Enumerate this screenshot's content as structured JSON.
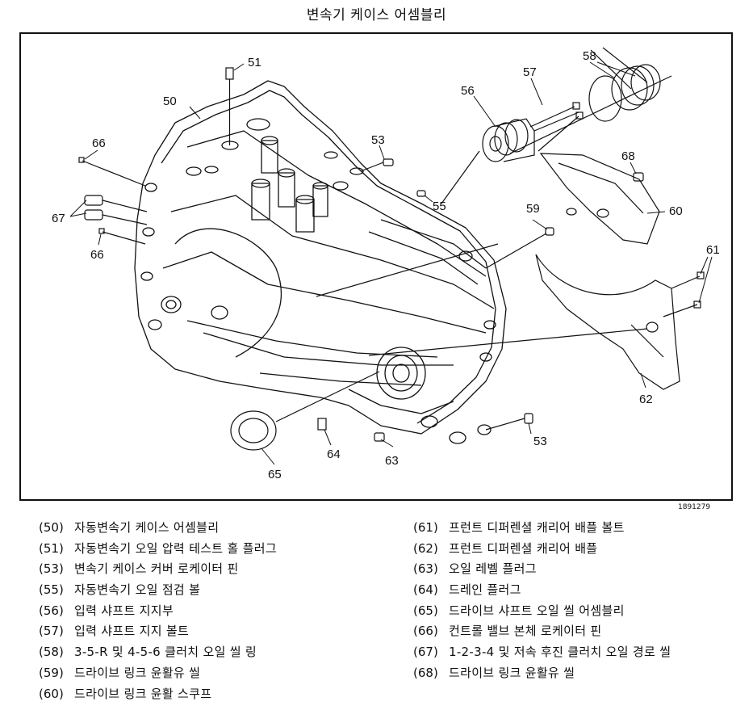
{
  "title": "변속기 케이스 어셈블리",
  "figure_id": "1891279",
  "callouts": [
    "50",
    "51",
    "53",
    "53",
    "55",
    "56",
    "57",
    "58",
    "59",
    "60",
    "61",
    "62",
    "63",
    "64",
    "65",
    "66",
    "66",
    "67",
    "68"
  ],
  "legend_left": [
    {
      "code": "(50)",
      "text": "자동변속기 케이스 어셈블리"
    },
    {
      "code": "(51)",
      "text": "자동변속기 오일 압력 테스트 홀 플러그"
    },
    {
      "code": "(53)",
      "text": "변속기 케이스 커버 로케이터 핀"
    },
    {
      "code": "(55)",
      "text": "자동변속기 오일 점검 볼"
    },
    {
      "code": "(56)",
      "text": "입력 샤프트 지지부"
    },
    {
      "code": "(57)",
      "text": "입력 샤프트 지지 볼트"
    },
    {
      "code": "(58)",
      "text": "3-5-R 및 4-5-6 클러치 오일 씰 링"
    },
    {
      "code": "(59)",
      "text": "드라이브 링크 윤활유 씰"
    },
    {
      "code": "(60)",
      "text": "드라이브 링크 윤활 스쿠프"
    }
  ],
  "legend_right": [
    {
      "code": "(61)",
      "text": "프런트 디퍼렌셜 캐리어 배플 볼트"
    },
    {
      "code": "(62)",
      "text": "프런트 디퍼렌셜 캐리어 배플"
    },
    {
      "code": "(63)",
      "text": "오일 레벨 플러그"
    },
    {
      "code": "(64)",
      "text": "드레인 플러그"
    },
    {
      "code": "(65)",
      "text": "드라이브 샤프트 오일 씰 어셈블리"
    },
    {
      "code": "(66)",
      "text": "컨트롤 밸브 본체 로케이터 핀"
    },
    {
      "code": "(67)",
      "text": "1-2-3-4 및 저속 후진 클러치 오일 경로 씰"
    },
    {
      "code": "(68)",
      "text": "드라이브 링크 윤활유 씰"
    }
  ]
}
